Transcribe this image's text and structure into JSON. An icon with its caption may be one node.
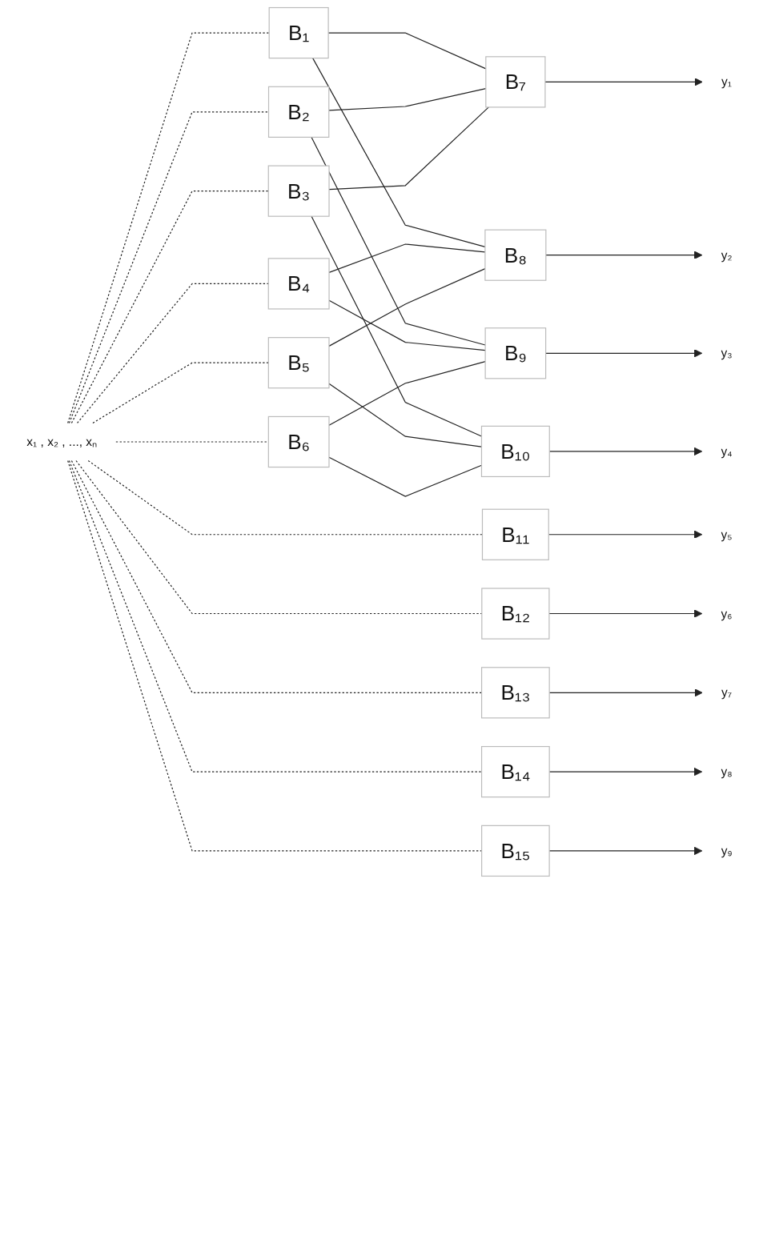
{
  "diagram": {
    "nodes": [
      {
        "text": [
          "x₁ , x₂ , ..., xₙ"
        ]
      },
      {
        "text": [
          "B₁"
        ]
      },
      {
        "text": [
          "B₂"
        ]
      },
      {
        "text": [
          "B₃"
        ]
      },
      {
        "text": [
          "B₄"
        ]
      },
      {
        "text": [
          "B₅"
        ]
      },
      {
        "text": [
          "B₆"
        ]
      },
      {
        "text": [
          "B₇"
        ]
      },
      {
        "text": [
          "B₈"
        ]
      },
      {
        "text": [
          "B₉"
        ]
      },
      {
        "text": [
          "B₁₀"
        ]
      },
      {
        "text": [
          "B₁₁"
        ]
      },
      {
        "text": [
          "B₁₂"
        ]
      },
      {
        "text": [
          "B₁₃"
        ]
      },
      {
        "text": [
          "B₁₄"
        ]
      },
      {
        "text": [
          "B₁₅"
        ]
      },
      {
        "text": [
          "y₁"
        ]
      },
      {
        "text": [
          "y₂"
        ]
      },
      {
        "text": [
          "y₃"
        ]
      },
      {
        "text": [
          "y₄"
        ]
      },
      {
        "text": [
          "y₅"
        ]
      },
      {
        "text": [
          "y₆"
        ]
      },
      {
        "text": [
          "y₇"
        ]
      },
      {
        "text": [
          "y₈"
        ]
      },
      {
        "text": [
          "y₉"
        ]
      }
    ],
    "edges": [
      {
        "from": 0,
        "to": 1,
        "arrow": "none",
        "style": "dashed"
      },
      {
        "from": 0,
        "to": 2,
        "arrow": "none",
        "style": "dashed"
      },
      {
        "from": 0,
        "to": 3,
        "arrow": "none",
        "style": "dashed"
      },
      {
        "from": 0,
        "to": 4,
        "arrow": "none",
        "style": "dashed"
      },
      {
        "from": 0,
        "to": 5,
        "arrow": "none",
        "style": "dashed"
      },
      {
        "from": 0,
        "to": 6,
        "arrow": "none",
        "style": "dashed"
      },
      {
        "from": 0,
        "to": 11,
        "arrow": "none",
        "style": "dashed"
      },
      {
        "from": 0,
        "to": 12,
        "arrow": "none",
        "style": "dashed"
      },
      {
        "from": 0,
        "to": 13,
        "arrow": "none",
        "style": "dashed"
      },
      {
        "from": 0,
        "to": 14,
        "arrow": "none",
        "style": "dashed"
      },
      {
        "from": 0,
        "to": 15,
        "arrow": "none",
        "style": "dashed"
      },
      {
        "from": 1,
        "to": 7,
        "arrow": "none"
      },
      {
        "from": 1,
        "to": 8,
        "arrow": "none"
      },
      {
        "from": 2,
        "to": 7,
        "arrow": "none"
      },
      {
        "from": 2,
        "to": 9,
        "arrow": "none"
      },
      {
        "from": 3,
        "to": 7,
        "arrow": "none"
      },
      {
        "from": 3,
        "to": 10,
        "arrow": "none"
      },
      {
        "from": 4,
        "to": 8,
        "arrow": "none"
      },
      {
        "from": 4,
        "to": 9,
        "arrow": "none"
      },
      {
        "from": 5,
        "to": 8,
        "arrow": "none"
      },
      {
        "from": 5,
        "to": 10,
        "arrow": "none"
      },
      {
        "from": 6,
        "to": 9,
        "arrow": "none"
      },
      {
        "from": 6,
        "to": 10,
        "arrow": "none"
      },
      {
        "from": 7,
        "to": 16,
        "arrow": "to"
      },
      {
        "from": 8,
        "to": 17,
        "arrow": "to"
      },
      {
        "from": 9,
        "to": 18,
        "arrow": "to"
      },
      {
        "from": 10,
        "to": 19,
        "arrow": "to"
      },
      {
        "from": 11,
        "to": 20,
        "arrow": "to"
      },
      {
        "from": 12,
        "to": 21,
        "arrow": "to"
      },
      {
        "from": 13,
        "to": 22,
        "arrow": "to"
      },
      {
        "from": 14,
        "to": 23,
        "arrow": "to"
      },
      {
        "from": 15,
        "to": 24,
        "arrow": "to"
      }
    ]
  }
}
